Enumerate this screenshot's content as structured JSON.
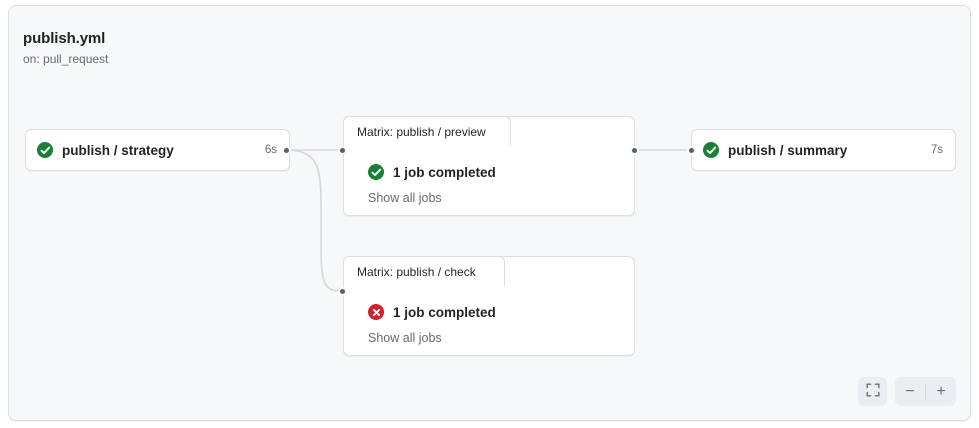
{
  "workflow": {
    "title": "publish.yml",
    "trigger": "on: pull_request"
  },
  "colors": {
    "success": "#1a7f37",
    "failure": "#cf222e",
    "canvas_bg": "#f6f8fa",
    "node_bg": "#ffffff",
    "border": "#d8dee4",
    "edge": "#d0d7de",
    "port": "#57606a",
    "text": "#1f2328",
    "muted": "#636c76"
  },
  "nodes": {
    "strategy": {
      "label": "publish / strategy",
      "duration": "6s",
      "status": "success",
      "status_icon": "check-circle-icon"
    },
    "preview": {
      "tab_label": "Matrix: publish / preview",
      "status_label": "1 job completed",
      "status": "success",
      "status_icon": "check-circle-icon",
      "link_label": "Show all jobs"
    },
    "check": {
      "tab_label": "Matrix: publish / check",
      "status_label": "1 job completed",
      "status": "failure",
      "status_icon": "x-circle-icon",
      "link_label": "Show all jobs"
    },
    "summary": {
      "label": "publish / summary",
      "duration": "7s",
      "status": "success",
      "status_icon": "check-circle-icon"
    }
  },
  "controls": {
    "fit_view": "fit-view-icon",
    "zoom_out": "−",
    "zoom_in": "+"
  }
}
